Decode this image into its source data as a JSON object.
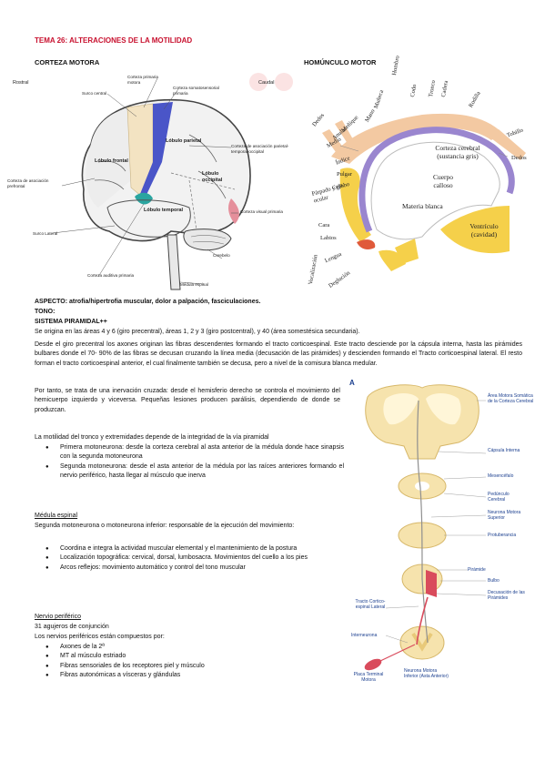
{
  "title": "TEMA 26: ALTERACIONES DE LA MOTILIDAD",
  "corteza": {
    "heading": "CORTEZA MOTORA",
    "labels": {
      "rostral": "Rostral",
      "caudal": "Caudal",
      "surco_central": "Surco central",
      "primaria_motora": "Corteza primaria motora",
      "somatosensorial": "Corteza somatosensorial primaria",
      "lobulo_parietal": "Lóbulo parietal",
      "lobulo_frontal": "Lóbulo frontal",
      "asociacion_pto": "Corteza de asociación parietal-temporal-occipital",
      "asociacion_pref": "Corteza de asociación prefrontal",
      "lobulo_occipital": "Lóbulo occipital",
      "lobulo_temporal": "Lóbulo temporal",
      "visual": "Corteza visual primaria",
      "surco_lateral": "Surco Lateral",
      "cerebelo": "Cerebelo",
      "auditiva": "Corteza auditiva primaria",
      "medula": "Médula espinal"
    }
  },
  "homunculo": {
    "heading": "HOMÚNCULO MOTOR",
    "labels": {
      "hombro": "Hombro",
      "codo": "Codo",
      "tronco": "Tronco",
      "cadera": "Cadera",
      "rodilla": "Rodilla",
      "muneca": "Muñeca",
      "mano": "Mano",
      "menique": "Meñique",
      "anular": "Anular",
      "medio": "Medio",
      "indice": "Índice",
      "pulgar": "Pulgar",
      "dedos_mano": "Dedos",
      "tobillo": "Tobillo",
      "dedos_pie": "Dedos",
      "corteza_cerebral": "Corteza cerebral (sustancia gris)",
      "ceja": "Ceja",
      "parpado": "Párpado y globo ocular",
      "cara": "Cara",
      "labios": "Labios",
      "cuerpo_calloso": "Cuerpo calloso",
      "materia_blanca": "Materia blanca",
      "ventriculo": "Ventrículo (cavidad)",
      "vocalizacion": "Vocalización",
      "lengua": "Lengua",
      "deglucion": "Deglución"
    }
  },
  "intro": {
    "aspecto": "ASPECTO: atrofia/hipertrofia muscular, dolor a palpación, fasciculaciones.",
    "tono": "TONO:",
    "sistema": "SISTEMA PIRAMIDAL++",
    "p1": "Se origina en las áreas 4 y 6 (giro precentral), áreas 1, 2 y 3 (giro postcentral), y 40 (área somestésica secundaria).",
    "p2": "Desde el giro precentral los axones originan las fibras descendentes formando el tracto corticoespinal. Este tracto desciende por la cápsula interna, hasta las pirámides bulbares donde el 70- 90% de las fibras se decusan cruzando la línea media (decusación de las pirámides) y descienden formando el Tracto corticoespinal lateral. El resto forman el tracto corticoespinal anterior, el cual finalmente también se decusa, pero a nivel de la comisura blanca medular.",
    "p3": "Por tanto, se trata de una inervación cruzada: desde el hemisferio derecho se controla el movimiento del hemicuerpo izquierdo y viceversa. Pequeñas lesiones producen parálisis, dependiendo de donde se produzcan.",
    "p4": "La motilidad del tronco y extremidades depende de la integridad de la vía piramidal",
    "b1": "Primera motoneurona: desde la corteza cerebral al asta anterior de la médula donde hace sinapsis con la segunda motoneurona",
    "b2": "Segunda motoneurona: desde el asta anterior de la médula por las raíces anteriores formando el nervio periférico, hasta llegar al músculo que inerva"
  },
  "medula": {
    "heading": "Médula espinal",
    "p": "Segunda motoneurona o motoneurona inferior: responsable de la ejecución del movimiento:",
    "b1": "Coordina e integra la actividad muscular elemental y el mantenimiento de la postura",
    "b2": "Localización topográfica: cervical, dorsal, lumbosacra. Movimientos del cuello a los pies",
    "b3": "Arcos reflejos: movimiento automático y control del tono muscular"
  },
  "nervio": {
    "heading": "Nervio periférico",
    "p1": "31 agujeros de conjunción",
    "p2": "Los nervios periféricos están compuestos por:",
    "b1": "Axones de la 2ª",
    "b2": "MT al músculo estriado",
    "b3": "Fibras sensoriales de los receptores piel y músculo",
    "b4": "Fibras autonómicas a vísceras y glándulas"
  },
  "via": {
    "letter": "A",
    "labels": {
      "area_motora": "Área Motora Somática de la Corteza Cerebral",
      "capsula": "Cápsula Interna",
      "mesencefalo": "Mesencéfalo",
      "pedunculo": "Pedúnculo Cerebral",
      "neurona_superior": "Neurona Motora Superior",
      "protuberancia": "Protuberancia",
      "piramide": "Pirámide",
      "bulbo": "Bulbo",
      "tracto_lateral": "Tracto Cortico-espinal Lateral",
      "decusacion": "Decusación de las Pirámides",
      "interneurona": "Interneurona",
      "placa": "Placa Terminal Motora",
      "neurona_inferior": "Neurona Motora Inferior (Asta Anterior)"
    }
  }
}
